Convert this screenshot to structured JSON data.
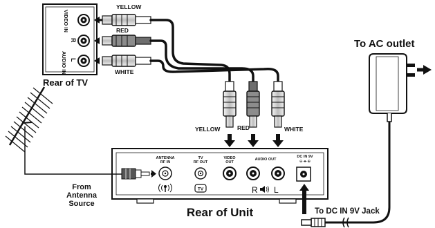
{
  "tv": {
    "label": "Rear of TV",
    "video_in": "VIDEO IN",
    "audio_in": "AUDIO IN",
    "r": "R",
    "l": "L"
  },
  "cable_colors": {
    "yellow": "YELLOW",
    "red": "RED",
    "white": "WHITE"
  },
  "unit": {
    "label": "Rear of Unit",
    "antenna_rf_in_1": "ANTENNA",
    "antenna_rf_in_2": "RF IN",
    "tv_rf_out_1": "TV",
    "tv_rf_out_2": "RF OUT",
    "tv_icon_text": "TV",
    "video_out_1": "VIDEO",
    "video_out_2": "OUT",
    "audio_out": "AUDIO OUT",
    "dc_in_1": "DC IN 9V",
    "dc_in_2": "⊖-●-⊕",
    "r": "R",
    "l": "L"
  },
  "antenna": {
    "line1": "From",
    "line2": "Antenna",
    "line3": "Source"
  },
  "power": {
    "ac_outlet": "To AC outlet",
    "dc_jack": "To DC IN 9V Jack"
  },
  "colors": {
    "line": "#111111",
    "plug_gray": "#9a9a9a",
    "plug_light": "#e8e8e8",
    "panel": "#ffffff"
  }
}
